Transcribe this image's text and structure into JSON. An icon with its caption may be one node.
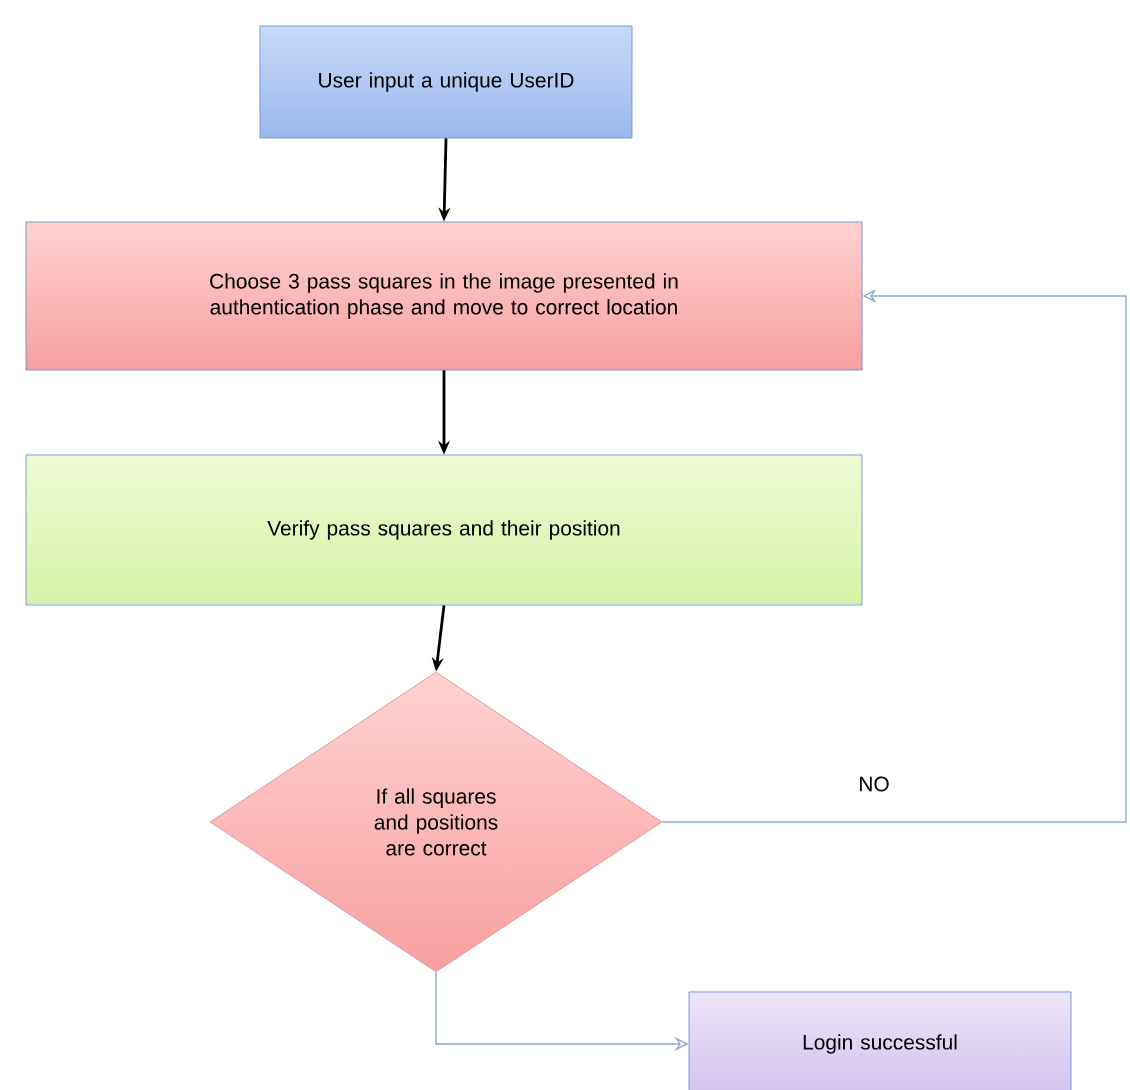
{
  "diagram": {
    "nodes": [
      {
        "text": [
          "User input a unique UserID"
        ]
      },
      {
        "text": [
          "Choose 3 pass squares in the image presented in authentication phase and move to correct location"
        ]
      },
      {
        "text": [
          "Verify pass squares and their position"
        ]
      },
      {
        "text": [
          "If all squares and positions are correct"
        ]
      },
      {
        "text": [
          "Login successful"
        ]
      }
    ],
    "edges": [
      {
        "from": 0,
        "to": 1,
        "arrow": "to"
      },
      {
        "from": 1,
        "to": 2,
        "arrow": "to"
      },
      {
        "from": 2,
        "to": 3,
        "arrow": "to"
      },
      {
        "from": 3,
        "to": 1,
        "arrow": "to",
        "label": "NO",
        "color": "#8eaad6"
      },
      {
        "from": 3,
        "to": 4,
        "arrow": "to",
        "color": "#8eaad6"
      }
    ]
  }
}
